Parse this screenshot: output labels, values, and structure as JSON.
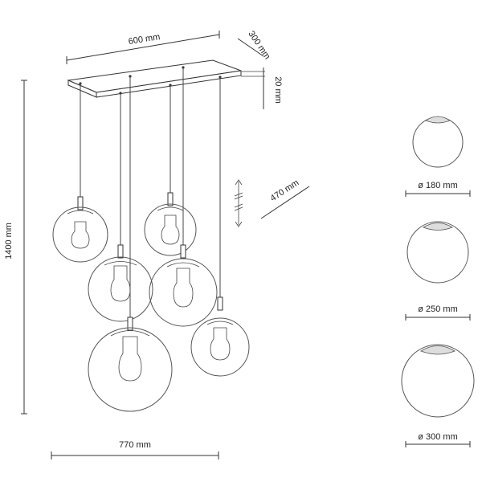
{
  "dimensions": {
    "canopy_length": "600 mm",
    "canopy_depth": "300 mm",
    "canopy_height": "20 mm",
    "drop_height": "470 mm",
    "total_height": "1400 mm",
    "total_width": "770 mm"
  },
  "globes": [
    {
      "diameter_label": "ø 180 mm"
    },
    {
      "diameter_label": "ø 250 mm"
    },
    {
      "diameter_label": "ø 300 mm"
    }
  ]
}
